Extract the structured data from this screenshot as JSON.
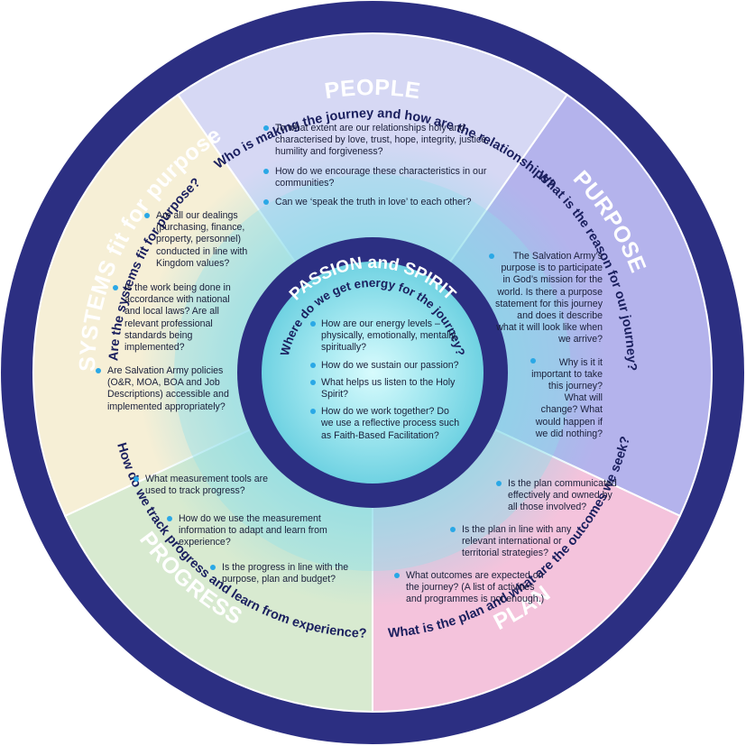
{
  "colors": {
    "ring": "#2c2f82",
    "people": "#d6d8f4",
    "purpose": "#b4b3ec",
    "plan": "#f4c3dc",
    "progress": "#d8ead0",
    "systems": "#f6efd6",
    "center_glow": "#8fe0ea",
    "bullet": "#2aa8e6",
    "label_dark": "#1a1f5e"
  },
  "ring_labels": {
    "people": "PEOPLE",
    "purpose": "PURPOSE",
    "plan": "PLAN",
    "progress": "PROGRESS",
    "systems": "SYSTEMS fit for purpose"
  },
  "questions": {
    "people": "Who is making the journey and how are the relationships?",
    "purpose": "What is the reason for our journey?",
    "plan": "What is the plan and what are the outcomes we seek?",
    "progress": "How do we track progress and learn from experience?",
    "systems": "Are the systems fit for purpose?"
  },
  "center": {
    "title": "PASSION and SPIRIT",
    "question": "Where do we get energy for the journey?",
    "items": [
      "How are our energy levels – physically, emotionally, mentally, spiritually?",
      "How do we sustain our passion?",
      "What helps us listen to the Holy Spirit?",
      "How do we work together? Do we use a reflective process such as Faith-Based Facilitation?"
    ]
  },
  "people_items": [
    "To what extent are our relationships holy and characterised by love, trust, hope, integrity, justice, humility and forgiveness?",
    "How do we encourage these characteristics in our communities?",
    "Can we ‘speak the truth in love’ to each other?"
  ],
  "purpose_items": [
    "The Salvation Army’s purpose is to participate in God’s mission for the world. Is there a purpose statement for this journey and does it describe what it will look like when we arrive?",
    "Why is it it important to take this journey? What will change? What would happen if we did nothing?"
  ],
  "plan_items": [
    "Is the plan communicated effectively and owned by all those involved?",
    "Is the plan in line with any relevant international or territorial strategies?",
    "What outcomes are expected on the journey? (A list of activities and programmes is not enough.)"
  ],
  "progress_items": [
    "What measurement tools are used to track progress?",
    "How do we use the measurement information to adapt and learn from experience?",
    "Is the progress in line with the purpose, plan and budget?"
  ],
  "systems_items": [
    "Are all our dealings (purchasing, finance, property, personnel) conducted in line with Kingdom values?",
    "Is the work being done in accordance with national and local laws? Are all relevant professional standards being implemented?",
    "Are Salvation Army policies (O&R, MOA, BOA and Job Descriptions) accessible and implemented appropriately?"
  ]
}
